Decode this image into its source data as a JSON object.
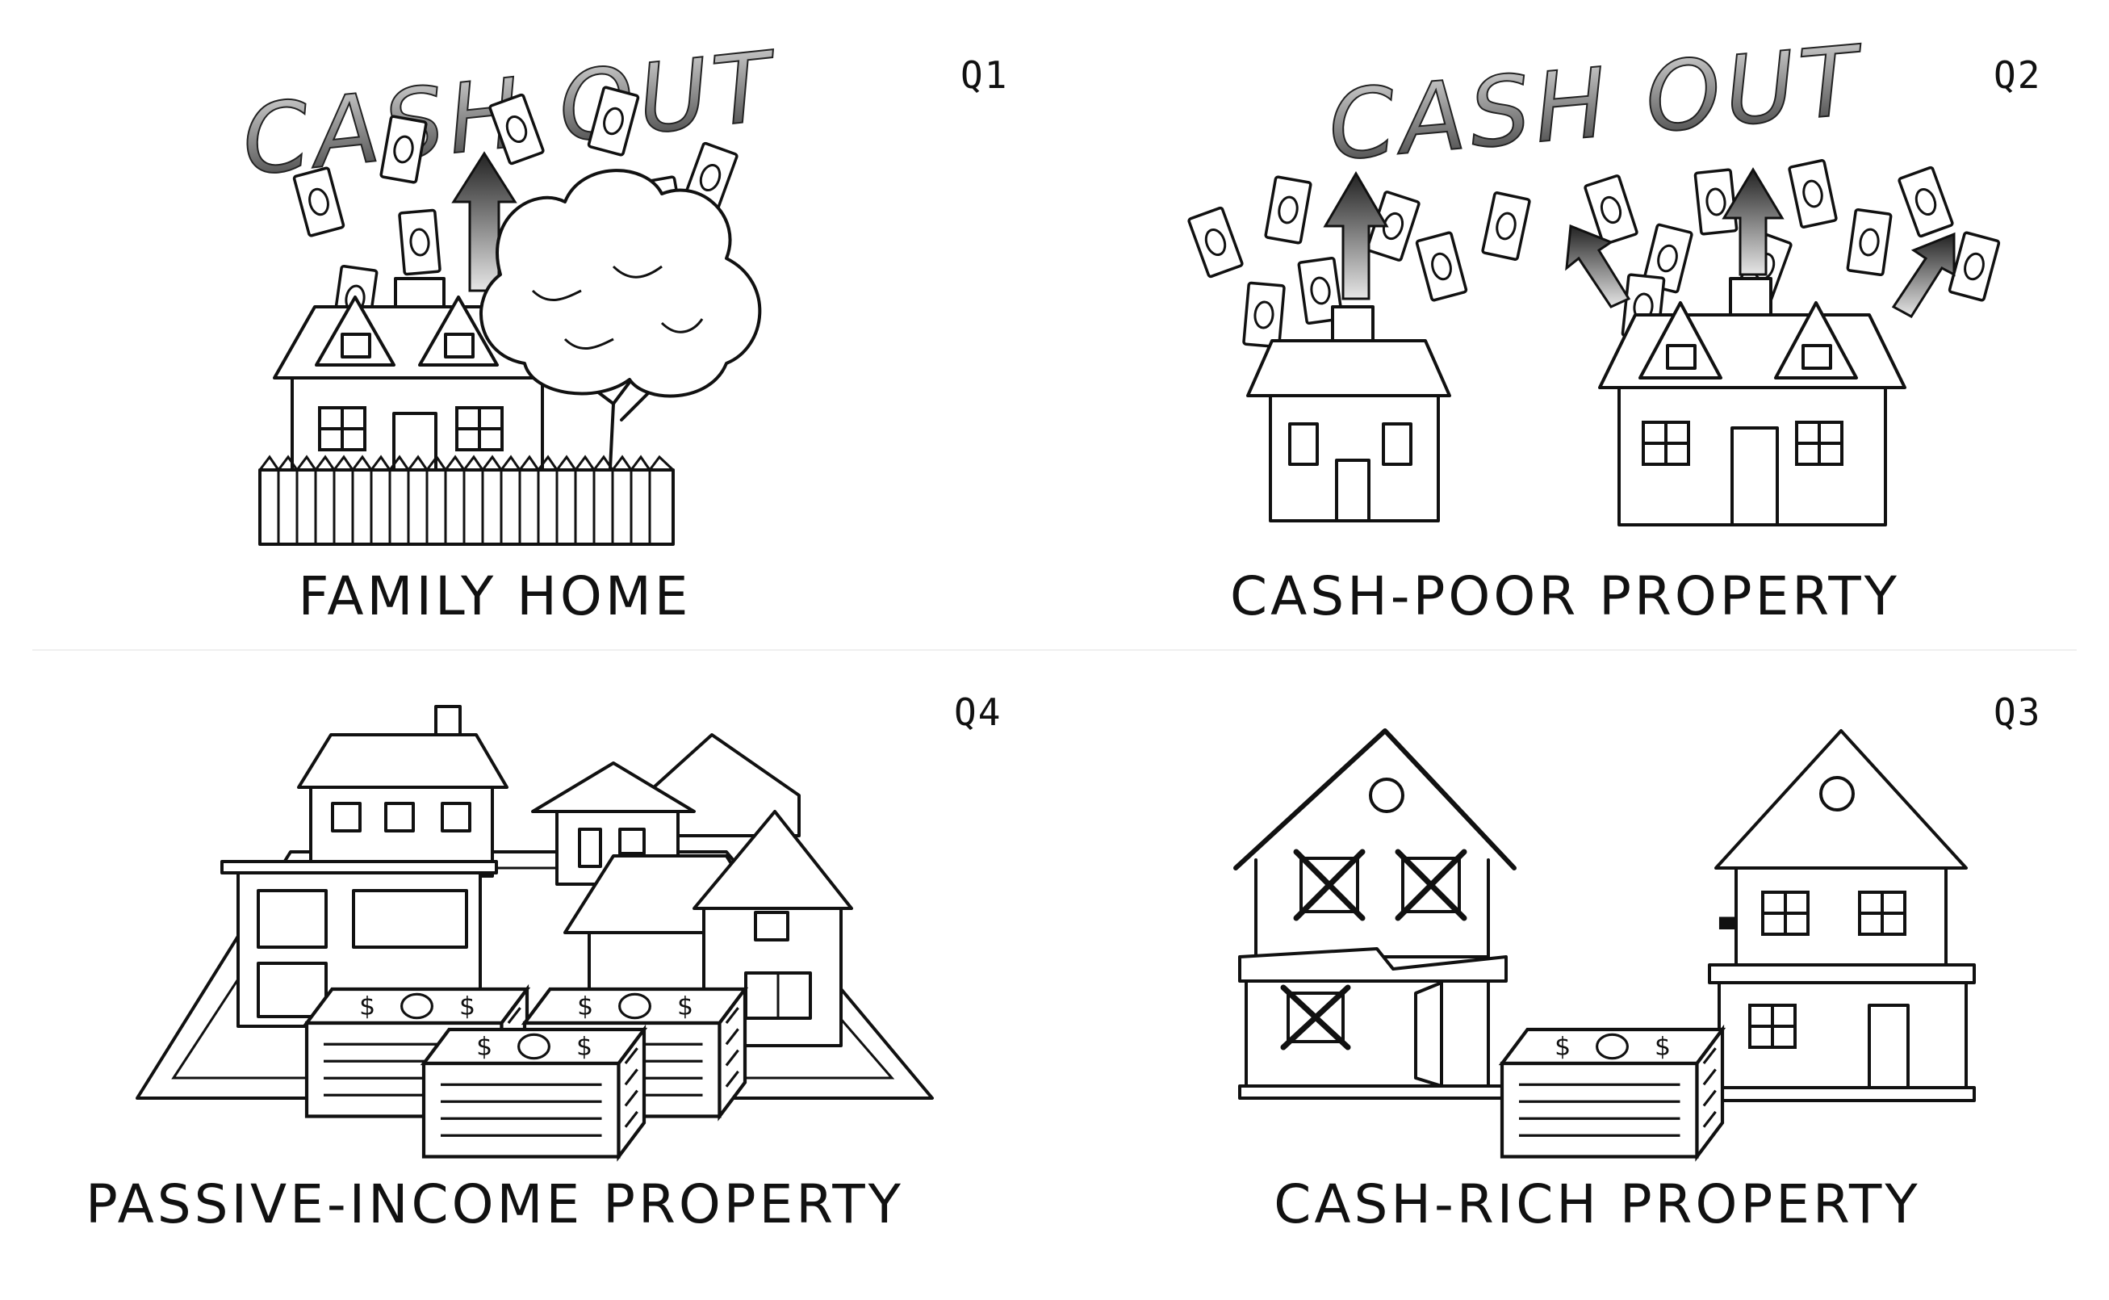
{
  "quadrants": {
    "q1": {
      "label": "Q1",
      "caption": "FAMILY HOME",
      "banner": "CASH OUT"
    },
    "q2": {
      "label": "Q2",
      "caption": "CASH-POOR PROPERTY",
      "banner": "CASH OUT"
    },
    "q3": {
      "label": "Q3",
      "caption": "CASH-RICH PROPERTY"
    },
    "q4": {
      "label": "Q4",
      "caption": "PASSIVE-INCOME PROPERTY"
    }
  },
  "icons": [
    "house-icon",
    "tree-icon",
    "fence-icon",
    "money-bill-icon",
    "arrow-up-icon",
    "arrow-right-icon",
    "money-stack-icon",
    "dilapidated-house-icon",
    "houses-cluster-icon"
  ],
  "colors": {
    "ink": "#111111",
    "background": "#ffffff"
  }
}
